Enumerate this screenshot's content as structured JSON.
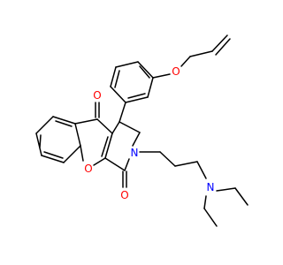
{
  "molecule": {
    "atoms": {
      "ring_oxygen": "O",
      "ketone_oxygen_upper": "O",
      "ketone_oxygen_lower": "O",
      "ether_oxygen": "O",
      "lactam_nitrogen": "N",
      "amine_nitrogen": "N"
    },
    "colors": {
      "oxygen": "#ff0000",
      "nitrogen": "#0000ff",
      "bond": "#000000"
    }
  }
}
